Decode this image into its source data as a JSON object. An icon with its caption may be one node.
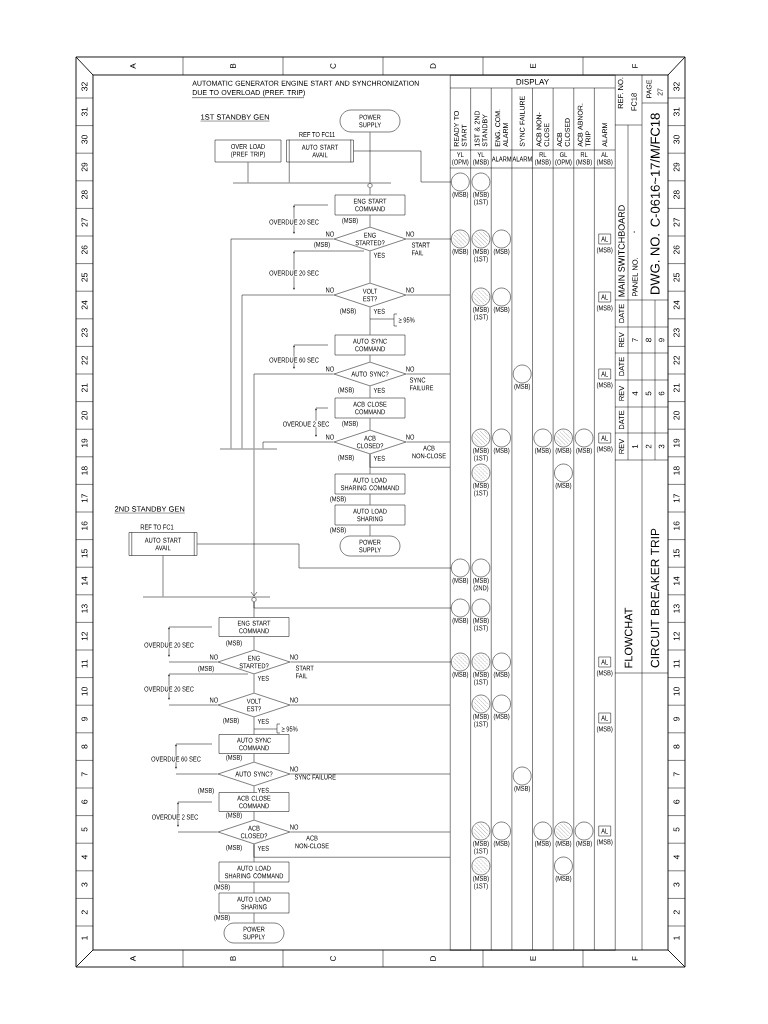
{
  "diagram": {
    "title": "AUTOMATIC GENERATOR ENGINE START AND SYNCHRONIZATION DUE TO OVERLOAD (PREF. TRIP)",
    "nodes": [
      {
        "text": [
          "POWER SUPPLY"
        ]
      },
      {
        "text": [
          "OVER LOAD (PREF TRIP)"
        ]
      },
      {
        "text": [
          "AUTO START AVAIL"
        ],
        "beside": [
          "REF TO FC11"
        ]
      },
      {
        "text": [],
        "shape": "bar"
      },
      {
        "text": [
          "ENG START COMMAND"
        ]
      },
      {
        "text": [
          "ENG STARTED?"
        ],
        "beside": [
          "(MSB)",
          "(MSB)"
        ]
      },
      {
        "text": [
          "VOLT EST?"
        ],
        "beside": [
          "(MSB)"
        ]
      },
      {
        "text": [
          "AUTO SYNC COMMAND"
        ]
      },
      {
        "text": [
          "AUTO SYNC?"
        ],
        "beside": [
          "(MSB)"
        ]
      },
      {
        "text": [
          "ACB CLOSE COMMAND"
        ]
      },
      {
        "text": [
          "ACB CLOSED?"
        ],
        "beside": [
          "(MSB)",
          "(MSB)"
        ]
      },
      {
        "text": [
          "AUTO LOAD SHARING COMMAND"
        ]
      },
      {
        "text": [
          "AUTO LOAD SHARING"
        ],
        "beside": [
          "(MSB)"
        ]
      },
      {
        "text": [
          "POWER SUPPLY"
        ],
        "beside": [
          "(MSB)"
        ]
      },
      {
        "text": [],
        "shape": "bar"
      },
      {
        "text": [
          "AUTO START AVAIL"
        ],
        "beside": [
          "REF TO FC1"
        ]
      },
      {
        "text": [],
        "shape": "bar"
      },
      {
        "text": [
          "ENG START COMMAND"
        ]
      },
      {
        "text": [
          "ENG STARTED?"
        ],
        "beside": [
          "(MSB)",
          "(MSB)"
        ]
      },
      {
        "text": [
          "VOLT EST?"
        ],
        "beside": [
          "(MSB)"
        ]
      },
      {
        "text": [
          "AUTO SYNC COMMAND"
        ]
      },
      {
        "text": [
          "AUTO SYNC?"
        ],
        "beside": [
          "(MSB)",
          "(MSB)"
        ]
      },
      {
        "text": [
          "ACB CLOSE COMMAND"
        ]
      },
      {
        "text": [
          "ACB CLOSED?"
        ],
        "beside": [
          "(MSB)",
          "(MSB)"
        ]
      },
      {
        "text": [
          "AUTO LOAD SHARING COMMAND"
        ]
      },
      {
        "text": [
          "AUTO LOAD SHARING"
        ],
        "beside": [
          "(MSB)"
        ]
      },
      {
        "text": [
          "POWER SUPPLY"
        ],
        "beside": [
          "(MSB)"
        ]
      },
      {
        "text": [
          "DISPLAY",
          "READY TO START",
          "1ST & 2ND STANDBY",
          "ENG. COM. ALARM",
          "SYNC FAILURE",
          "ACB NON-CLOSE",
          "ACB CLOSED",
          "ACB ABNOR. TRIP",
          "ALARM",
          "YL (OPM)",
          "YL (MSB)",
          "ALARM",
          "ALARM",
          "RL (MSB)",
          "GL (OPM)",
          "RL (MSB)",
          "AL (MSB)"
        ]
      },
      {
        "text": [],
        "shape": "circle",
        "in": 27,
        "beside": [
          "(MSB)"
        ]
      },
      {
        "text": [],
        "shape": "circle",
        "in": 27,
        "beside": [
          "(MSB)",
          "(1ST)"
        ]
      },
      {
        "text": [],
        "shape": "disc",
        "in": 27,
        "beside": [
          "(MSB)"
        ]
      },
      {
        "text": [],
        "shape": "disc",
        "in": 27,
        "beside": [
          "(MSB)",
          "(1ST)"
        ]
      },
      {
        "text": [],
        "shape": "circle",
        "in": 27,
        "beside": [
          "(MSB)"
        ]
      },
      {
        "text": [
          "AL"
        ],
        "in": 27,
        "beside": [
          "(MSB)"
        ]
      },
      {
        "text": [],
        "shape": "disc",
        "in": 27,
        "beside": [
          "(MSB)",
          "(1ST)"
        ]
      },
      {
        "text": [],
        "shape": "circle",
        "in": 27,
        "beside": [
          "(MSB)"
        ]
      },
      {
        "text": [
          "AL"
        ],
        "in": 27,
        "beside": [
          "(MSB)"
        ]
      },
      {
        "text": [],
        "shape": "circle",
        "in": 27,
        "beside": [
          "(MSB)"
        ]
      },
      {
        "text": [
          "AL"
        ],
        "in": 27,
        "beside": [
          "(MSB)"
        ]
      },
      {
        "text": [],
        "shape": "disc",
        "in": 27,
        "beside": [
          "(MSB)",
          "(1ST)"
        ]
      },
      {
        "text": [],
        "shape": "circle",
        "in": 27,
        "beside": [
          "(MSB)"
        ]
      },
      {
        "text": [],
        "shape": "circle",
        "in": 27,
        "beside": [
          "(MSB)"
        ]
      },
      {
        "text": [],
        "shape": "disc",
        "in": 27,
        "beside": [
          "(MSB)"
        ]
      },
      {
        "text": [],
        "shape": "circle",
        "in": 27,
        "beside": [
          "(MSB)"
        ]
      },
      {
        "text": [
          "AL"
        ],
        "in": 27,
        "beside": [
          "(MSB)"
        ]
      },
      {
        "text": [],
        "shape": "disc",
        "in": 27,
        "beside": [
          "(MSB)",
          "(1ST)"
        ]
      },
      {
        "text": [],
        "shape": "circle",
        "in": 27,
        "beside": [
          "(MSB)"
        ]
      },
      {
        "text": [],
        "shape": "circle",
        "in": 27,
        "beside": [
          "(MSB)"
        ]
      },
      {
        "text": [],
        "shape": "circle",
        "in": 27,
        "beside": [
          "(MSB)",
          "(2ND)"
        ]
      },
      {
        "text": [],
        "shape": "circle",
        "in": 27,
        "beside": [
          "(MSB)"
        ]
      },
      {
        "text": [],
        "shape": "circle",
        "in": 27,
        "beside": [
          "(MSB)",
          "(1ST)"
        ]
      },
      {
        "text": [],
        "shape": "disc",
        "in": 27,
        "beside": [
          "(MSB)"
        ]
      },
      {
        "text": [],
        "shape": "disc",
        "in": 27,
        "beside": [
          "(MSB)",
          "(1ST)"
        ]
      },
      {
        "text": [],
        "shape": "circle",
        "in": 27,
        "beside": [
          "(MSB)"
        ]
      },
      {
        "text": [
          "AL"
        ],
        "in": 27,
        "beside": [
          "(MSB)"
        ]
      },
      {
        "text": [],
        "shape": "disc",
        "in": 27,
        "beside": [
          "(MSB)",
          "(1ST)"
        ]
      },
      {
        "text": [],
        "shape": "circle",
        "in": 27,
        "beside": [
          "(MSB)"
        ]
      },
      {
        "text": [
          "AL"
        ],
        "in": 27,
        "beside": [
          "(MSB)"
        ]
      },
      {
        "text": [],
        "shape": "circle",
        "in": 27,
        "beside": [
          "(MSB)"
        ]
      },
      {
        "text": [],
        "shape": "disc",
        "in": 27,
        "beside": [
          "(MSB)",
          "(1ST)"
        ]
      },
      {
        "text": [],
        "shape": "circle",
        "in": 27,
        "beside": [
          "(MSB)"
        ]
      },
      {
        "text": [],
        "shape": "circle",
        "in": 27,
        "beside": [
          "(MSB)"
        ]
      },
      {
        "text": [],
        "shape": "disc",
        "in": 27,
        "beside": [
          "(MSB)"
        ]
      },
      {
        "text": [],
        "shape": "circle",
        "in": 27,
        "beside": [
          "(MSB)"
        ]
      },
      {
        "text": [
          "AL"
        ],
        "in": 27,
        "beside": [
          "(MSB)"
        ]
      },
      {
        "text": [],
        "shape": "disc",
        "in": 27,
        "beside": [
          "(MSB)",
          "(1ST)"
        ]
      },
      {
        "text": [],
        "shape": "circle",
        "in": 27,
        "beside": [
          "(MSB)"
        ]
      }
    ],
    "edges": [
      {
        "from": 0,
        "to": 3,
        "arrow": "none"
      },
      {
        "from": 1,
        "to": 3,
        "arrow": "none"
      },
      {
        "from": 2,
        "to": 3,
        "arrow": "none"
      },
      {
        "from": 2,
        "to": 28,
        "arrow": "none"
      },
      {
        "from": 3,
        "to": 4,
        "arrow": "none"
      },
      {
        "from": 4,
        "to": 5,
        "arrow": "none"
      },
      {
        "from": 5,
        "to": 6,
        "arrow": "none",
        "label": "YES"
      },
      {
        "from": 5,
        "to": 14,
        "arrow": "none",
        "label": "NO"
      },
      {
        "from": 5,
        "to": 30,
        "arrow": "none",
        "label": "NO"
      },
      {
        "from": 6,
        "to": 7,
        "arrow": "none",
        "label": "YES"
      },
      {
        "from": 6,
        "to": 14,
        "arrow": "none",
        "label": "NO"
      },
      {
        "from": 6,
        "to": 27,
        "arrow": "none",
        "label": "NO"
      },
      {
        "from": 7,
        "to": 8,
        "arrow": "none"
      },
      {
        "from": 8,
        "to": 9,
        "arrow": "none",
        "label": "YES"
      },
      {
        "from": 8,
        "to": 14,
        "arrow": "none",
        "label": "NO"
      },
      {
        "from": 8,
        "to": 27,
        "arrow": "none",
        "label": "NO"
      },
      {
        "from": 9,
        "to": 10,
        "arrow": "none"
      },
      {
        "from": 10,
        "to": 11,
        "arrow": "none",
        "label": "YES"
      },
      {
        "from": 10,
        "to": 14,
        "arrow": "none",
        "label": "NO"
      },
      {
        "from": 10,
        "to": 27,
        "arrow": "none",
        "label": "NO"
      },
      {
        "from": 10,
        "to": 27,
        "arrow": "none"
      },
      {
        "from": 11,
        "to": 12,
        "arrow": "none"
      },
      {
        "from": 12,
        "to": 13,
        "arrow": "none"
      },
      {
        "from": 14,
        "to": 16,
        "arrow": "to"
      },
      {
        "from": 15,
        "to": 16,
        "arrow": "none"
      },
      {
        "from": 15,
        "to": 47,
        "arrow": "none"
      },
      {
        "from": 16,
        "to": 17,
        "arrow": "none"
      },
      {
        "from": 16,
        "to": 49,
        "arrow": "none"
      },
      {
        "from": 17,
        "to": 18,
        "arrow": "none"
      },
      {
        "from": 18,
        "to": 19,
        "arrow": "none",
        "label": "YES"
      },
      {
        "from": 18,
        "to": null,
        "arrow": "none",
        "label": "NO"
      },
      {
        "from": 18,
        "to": 51,
        "arrow": "none",
        "label": "NO"
      },
      {
        "from": 19,
        "to": 20,
        "arrow": "none",
        "label": "YES"
      },
      {
        "from": 19,
        "to": null,
        "arrow": "none",
        "label": "NO"
      },
      {
        "from": 19,
        "to": 27,
        "arrow": "none",
        "label": "NO"
      },
      {
        "from": 20,
        "to": 21,
        "arrow": "none"
      },
      {
        "from": 21,
        "to": 22,
        "arrow": "none",
        "label": "YES"
      },
      {
        "from": 21,
        "to": null,
        "arrow": "none"
      },
      {
        "from": 21,
        "to": 27,
        "arrow": "none",
        "label": "NO"
      },
      {
        "from": 22,
        "to": 23,
        "arrow": "none"
      },
      {
        "from": 23,
        "to": 24,
        "arrow": "none",
        "label": "YES"
      },
      {
        "from": 23,
        "to": null,
        "arrow": "none"
      },
      {
        "from": 23,
        "to": 27,
        "arrow": "none",
        "label": "NO"
      },
      {
        "from": 23,
        "to": 27,
        "arrow": "none"
      },
      {
        "from": 24,
        "to": 25,
        "arrow": "none"
      },
      {
        "from": 25,
        "to": 26,
        "arrow": "none"
      }
    ],
    "labels": [
      "A",
      "B",
      "C",
      "D",
      "E",
      "F",
      "1ST STANDBY GEN",
      "OVERDUE 20 SEC",
      "START FAIL",
      "OVERDUE 20 SEC",
      "≥ 95%",
      "OVERDUE 60 SEC",
      "SYNC FAILURE",
      "OVERDUE 2 SEC",
      "ACB NON-CLOSE",
      "2ND STANDBY GEN",
      "OVERDUE 20 SEC",
      "START FAIL",
      "OVERDUE 20 SEC",
      "≥ 95%",
      "OVERDUE 60 SEC",
      "SYNC FAILURE",
      "OVERDUE 2 SEC",
      "ACB NON-CLOSE",
      "REF. NO.",
      "FC18",
      "PAGE",
      "27",
      "MAIN SWITCHBOARD",
      "PANEL NO.",
      "-",
      "DWG. NO.",
      "C-0616~17/M/FC18",
      "DATE",
      "REV",
      "7",
      "8",
      "9",
      "DATE",
      "REV",
      "4",
      "5",
      "6",
      "DATE",
      "REV",
      "1",
      "2",
      "3",
      "FLOWCHAT",
      "CIRCUIT BREAKER TRIP",
      "32",
      "31",
      "30",
      "29",
      "28",
      "27",
      "26",
      "25",
      "24",
      "23",
      "22",
      "21",
      "20",
      "19",
      "18",
      "17",
      "16",
      "15",
      "14",
      "13",
      "12",
      "11",
      "10",
      "9",
      "8",
      "7",
      "6",
      "5",
      "4",
      "3",
      "2",
      "1",
      "32",
      "31",
      "30",
      "29",
      "28",
      "27",
      "26",
      "25",
      "24",
      "23",
      "22",
      "21",
      "20",
      "19",
      "18",
      "17",
      "16",
      "15",
      "14",
      "13",
      "12",
      "11",
      "10",
      "9",
      "8",
      "7",
      "6",
      "5",
      "4",
      "3",
      "2",
      "1",
      "A",
      "B",
      "C",
      "D",
      "E",
      "F"
    ]
  }
}
